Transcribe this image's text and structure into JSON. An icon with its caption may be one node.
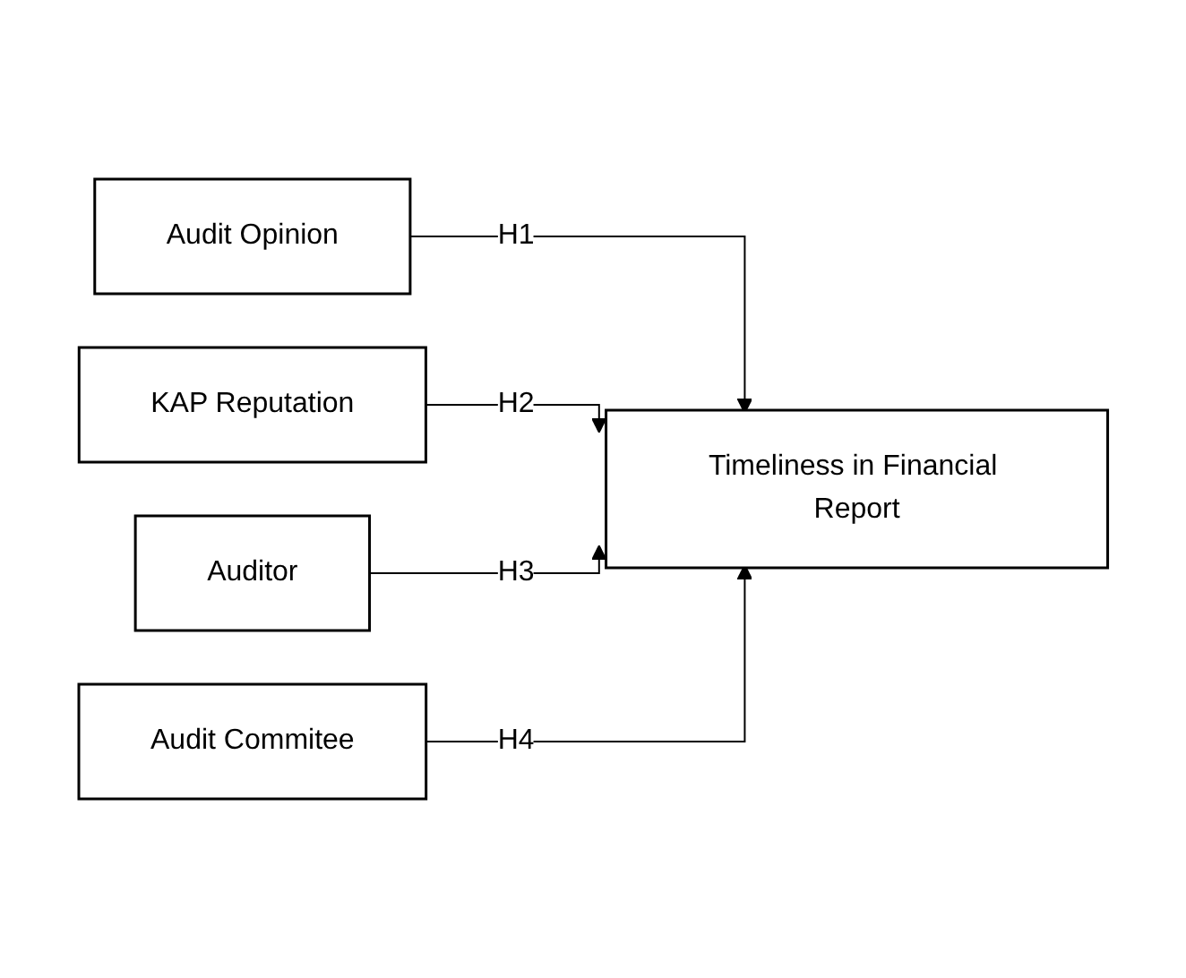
{
  "diagram": {
    "nodes": [
      {
        "text": [
          "Audit Opinion"
        ]
      },
      {
        "text": [
          "KAP Reputation"
        ]
      },
      {
        "text": [
          "Auditor"
        ]
      },
      {
        "text": [
          "Audit Commitee"
        ]
      },
      {
        "text": [
          "Timeliness in Financial Report"
        ]
      }
    ],
    "edges": [
      {
        "from": 0,
        "to": 4,
        "arrow": "to",
        "label": "H1"
      },
      {
        "from": 1,
        "to": 4,
        "arrow": "to",
        "label": "H2"
      },
      {
        "from": 2,
        "to": 4,
        "arrow": "to",
        "label": "H3"
      },
      {
        "from": 3,
        "to": 4,
        "arrow": "to",
        "label": "H4"
      }
    ]
  }
}
